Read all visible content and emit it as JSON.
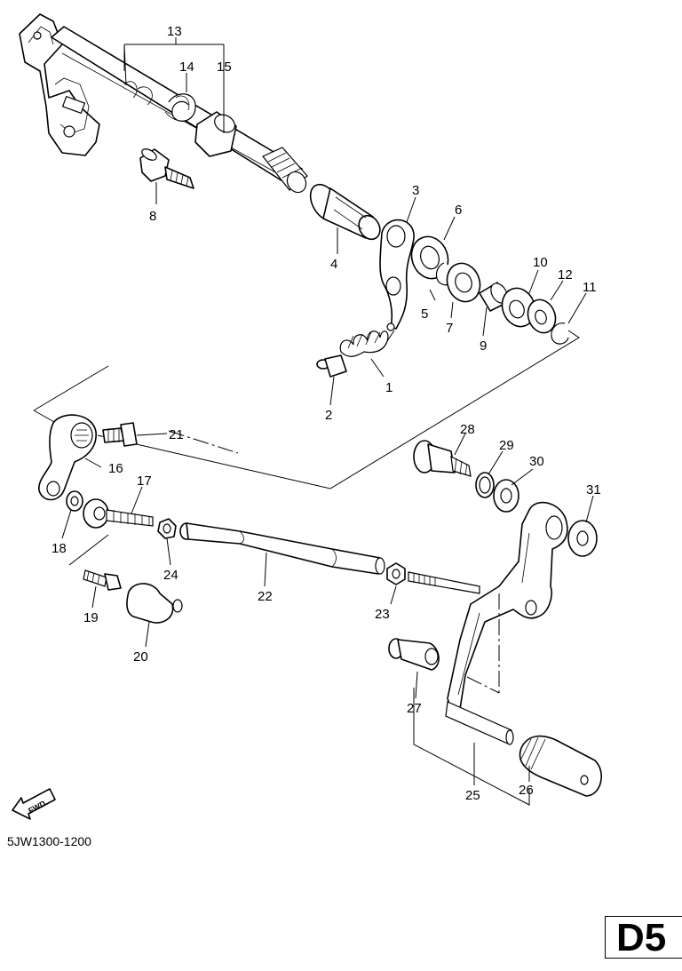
{
  "diagram": {
    "catalog_code": "5JW1300-1200",
    "page_code": "D5",
    "fwd_label": "FWD",
    "labels": {
      "p1": "1",
      "p2": "2",
      "p3": "3",
      "p4": "4",
      "p5": "5",
      "p6": "6",
      "p7": "7",
      "p8": "8",
      "p9": "9",
      "p10": "10",
      "p11": "11",
      "p12": "12",
      "p13": "13",
      "p14": "14",
      "p15": "15",
      "p16": "16",
      "p17": "17",
      "p18": "18",
      "p19": "19",
      "p20": "20",
      "p21": "21",
      "p22": "22",
      "p23": "23",
      "p24": "24",
      "p25": "25",
      "p26": "26",
      "p27": "27",
      "p28": "28",
      "p29": "29",
      "p30": "30",
      "p31": "31"
    }
  }
}
